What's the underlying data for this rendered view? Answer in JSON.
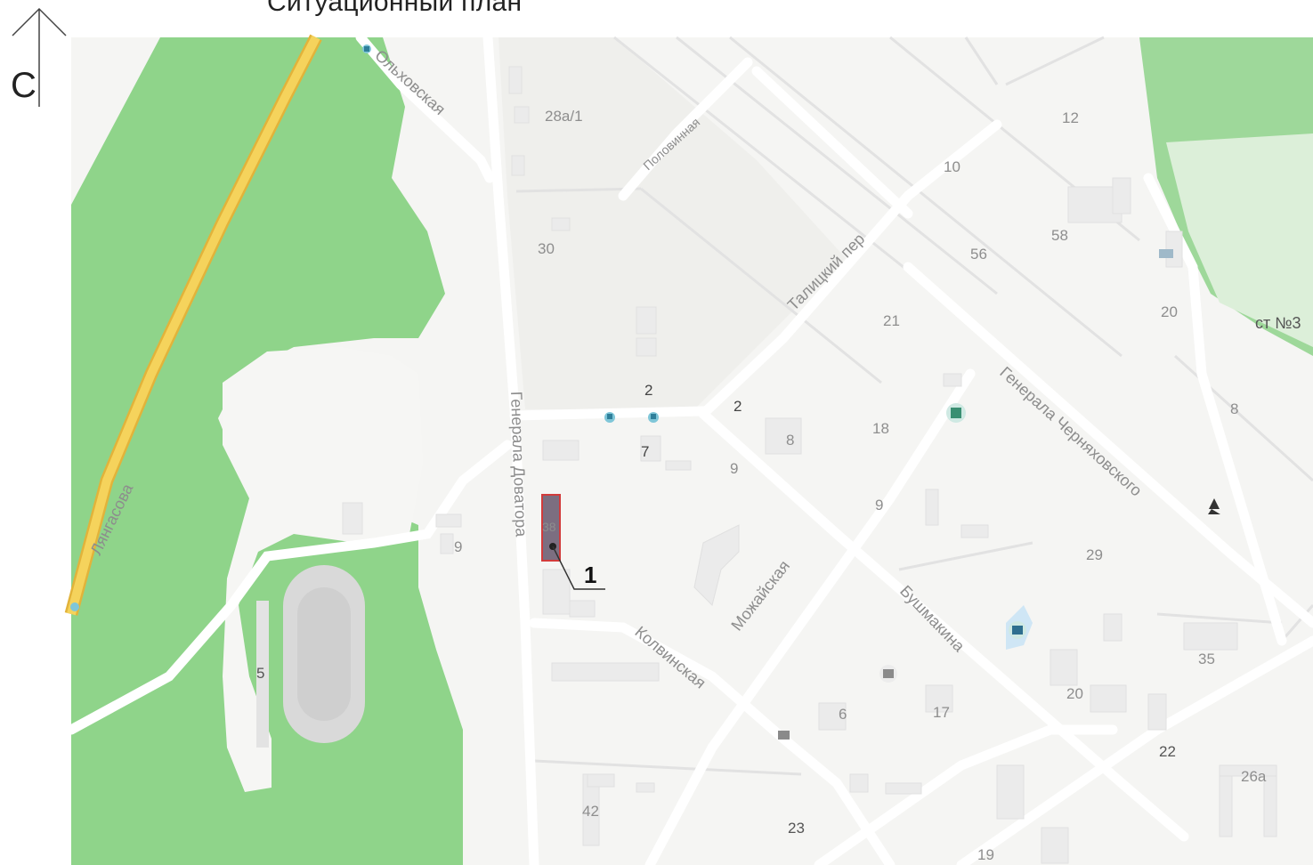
{
  "title": "Ситуационный план",
  "north_label": "С",
  "streets": {
    "lyangasova": "Лянгасова",
    "olkhovskaya": "Ольховская",
    "polovinnaya": "Половинная",
    "talitsky": "Талицкий пер",
    "dovatora": "Генерала Доватора",
    "chernyakhovskogo": "Генерала Черняховского",
    "mozhayskaya": "Можайская",
    "bushmakina": "Бушмакина",
    "kolvinskaya": "Колвинская"
  },
  "houses": {
    "h28a1": "28а/1",
    "h12": "12",
    "h10": "10",
    "h30": "30",
    "h56": "56",
    "h58": "58",
    "h20a": "20",
    "h21": "21",
    "h2a": "2",
    "h2b": "2",
    "h8a": "8",
    "h18": "18",
    "h7": "7",
    "h9a": "9",
    "h9b": "9",
    "h9c": "9",
    "h38": "38",
    "h8b": "8",
    "h29": "29",
    "h35": "35",
    "h5": "5",
    "h6": "6",
    "h17": "17",
    "h20b": "20",
    "h22": "22",
    "h26a": "26а",
    "h42": "42",
    "h23": "23",
    "h19": "19"
  },
  "snt_label": "ст №3",
  "marker_label": "1",
  "icons": {
    "bus": "bus-stop-icon",
    "museum": "museum-icon",
    "school": "school-icon",
    "post": "post-icon",
    "park": "tree-icon"
  },
  "colors": {
    "forest": "#8fd48a",
    "road_main": "#f2c94c",
    "building": "#ececec",
    "site": "#7c6e80",
    "site_outline": "#d23b3b"
  }
}
